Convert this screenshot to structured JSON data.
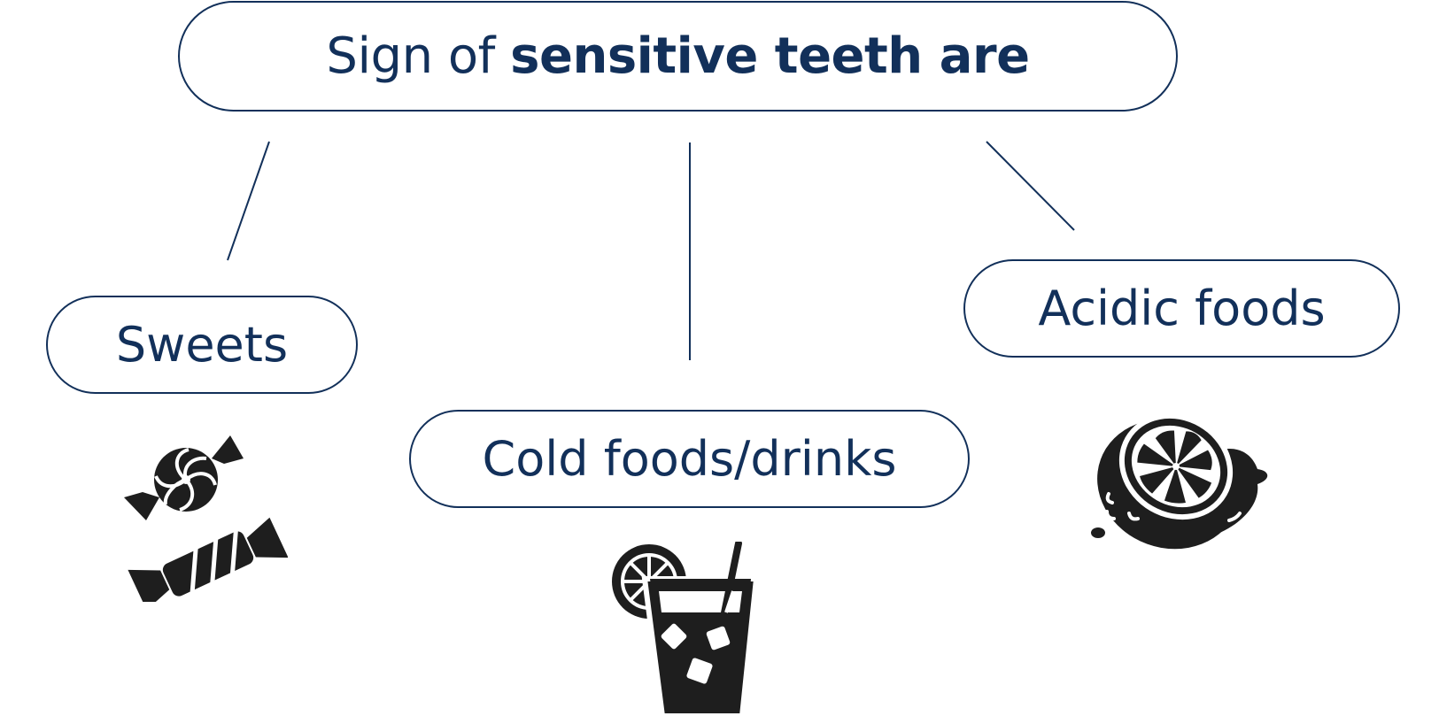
{
  "diagram": {
    "title": {
      "prefix": "Sign of ",
      "emphasis": "sensitive teeth are"
    },
    "nodes": [
      {
        "id": "sweets",
        "label": "Sweets",
        "icon": "candy-icon"
      },
      {
        "id": "cold",
        "label": "Cold foods/drinks",
        "icon": "iced-drink-icon"
      },
      {
        "id": "acidic",
        "label": "Acidic foods",
        "icon": "lemon-icon"
      }
    ]
  },
  "colors": {
    "line": "#12305a",
    "icon": "#1e1e1e",
    "background": "#ffffff"
  }
}
